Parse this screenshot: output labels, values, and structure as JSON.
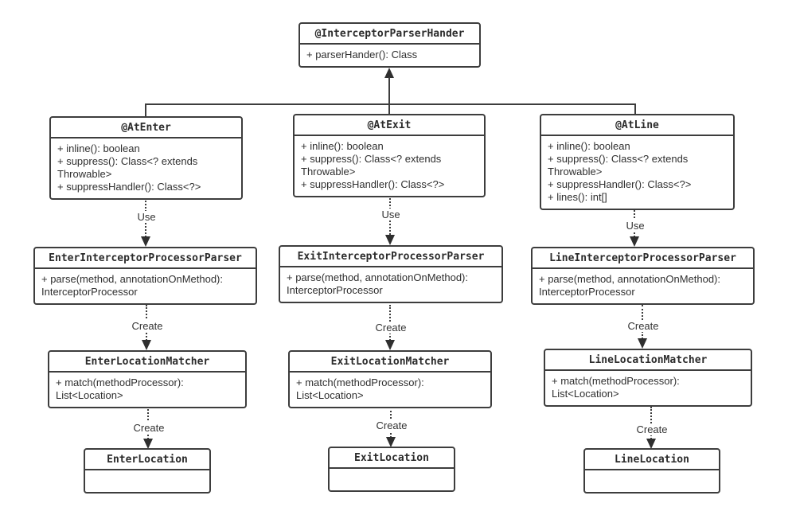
{
  "diagram": {
    "edge_labels": {
      "use": "Use",
      "create": "Create"
    },
    "colors": {
      "border": "#3d3d3d",
      "background": "#ffffff",
      "text": "#2f2f2f"
    },
    "classes": {
      "interceptor_parser_hander": {
        "name": "@InterceptorParserHander",
        "methods": [
          "+ parserHander(): Class"
        ]
      },
      "at_enter": {
        "name": "@AtEnter",
        "methods": [
          "+ inline(): boolean",
          "+ suppress(): Class<? extends Throwable>",
          "+ suppressHandler(): Class<?>"
        ]
      },
      "at_exit": {
        "name": "@AtExit",
        "methods": [
          "+ inline(): boolean",
          "+ suppress(): Class<? extends Throwable>",
          "+ suppressHandler(): Class<?>"
        ]
      },
      "at_line": {
        "name": "@AtLine",
        "methods": [
          "+ inline(): boolean",
          "+ suppress(): Class<? extends Throwable>",
          "+ suppressHandler(): Class<?>",
          "+ lines(): int[]"
        ]
      },
      "enter_parser": {
        "name": "EnterInterceptorProcessorParser",
        "methods": [
          "+ parse(method, annotationOnMethod): InterceptorProcessor"
        ]
      },
      "exit_parser": {
        "name": "ExitInterceptorProcessorParser",
        "methods": [
          "+ parse(method, annotationOnMethod): InterceptorProcessor"
        ]
      },
      "line_parser": {
        "name": "LineInterceptorProcessorParser",
        "methods": [
          "+ parse(method, annotationOnMethod): InterceptorProcessor"
        ]
      },
      "enter_matcher": {
        "name": "EnterLocationMatcher",
        "methods": [
          "+ match(methodProcessor): List<Location>"
        ]
      },
      "exit_matcher": {
        "name": "ExitLocationMatcher",
        "methods": [
          "+ match(methodProcessor): List<Location>"
        ]
      },
      "line_matcher": {
        "name": "LineLocationMatcher",
        "methods": [
          "+ match(methodProcessor): List<Location>"
        ]
      },
      "enter_location": {
        "name": "EnterLocation",
        "methods": []
      },
      "exit_location": {
        "name": "ExitLocation",
        "methods": []
      },
      "line_location": {
        "name": "LineLocation",
        "methods": []
      }
    }
  }
}
